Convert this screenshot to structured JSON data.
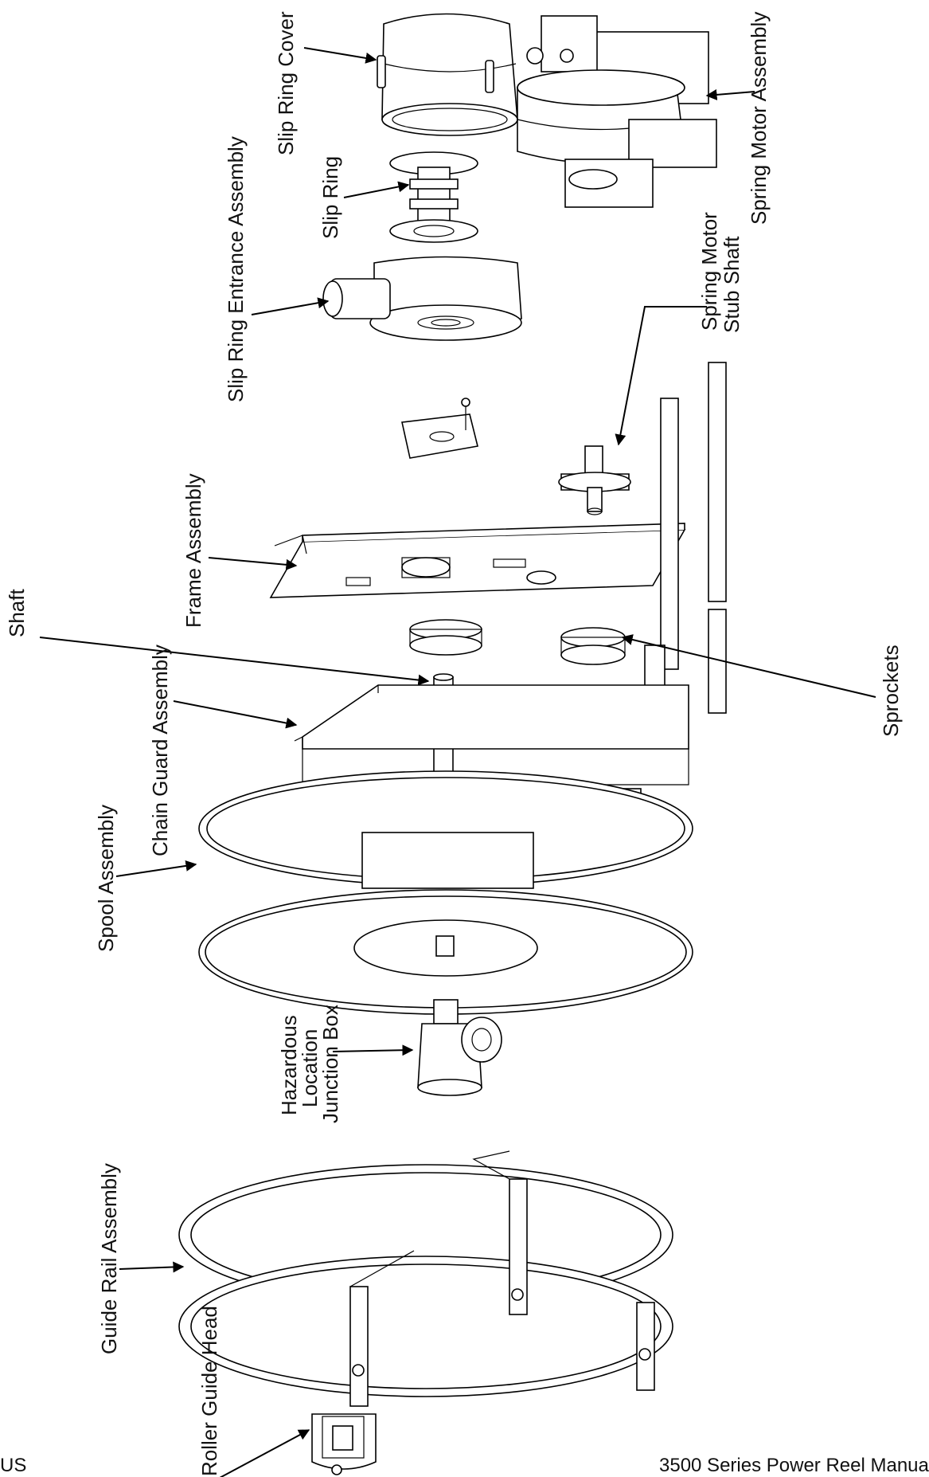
{
  "diagram": {
    "type": "exploded-parts-view",
    "labels": {
      "slip_ring_cover": "Slip Ring Cover",
      "spring_motor_assembly": "Spring Motor Assembly",
      "slip_ring": "Slip Ring",
      "slip_ring_entrance_assembly": "Slip Ring Entrance Assembly",
      "spring_motor_stub_shaft_line1": "Spring Motor",
      "spring_motor_stub_shaft_line2": "Stub Shaft",
      "frame_assembly": "Frame Assembly",
      "shaft": "Shaft",
      "chain_guard_assembly": "Chain Guard Assembly",
      "sprockets": "Sprockets",
      "spool_assembly": "Spool Assembly",
      "hazardous_line1": "Hazardous",
      "hazardous_line2": "Location",
      "hazardous_line3": "Junction Box",
      "guide_rail_assembly": "Guide Rail Assembly",
      "roller_guide_head": "Roller Guide Head"
    }
  },
  "footer": {
    "left": "US",
    "right": "3500 Series Power Reel Manua"
  }
}
